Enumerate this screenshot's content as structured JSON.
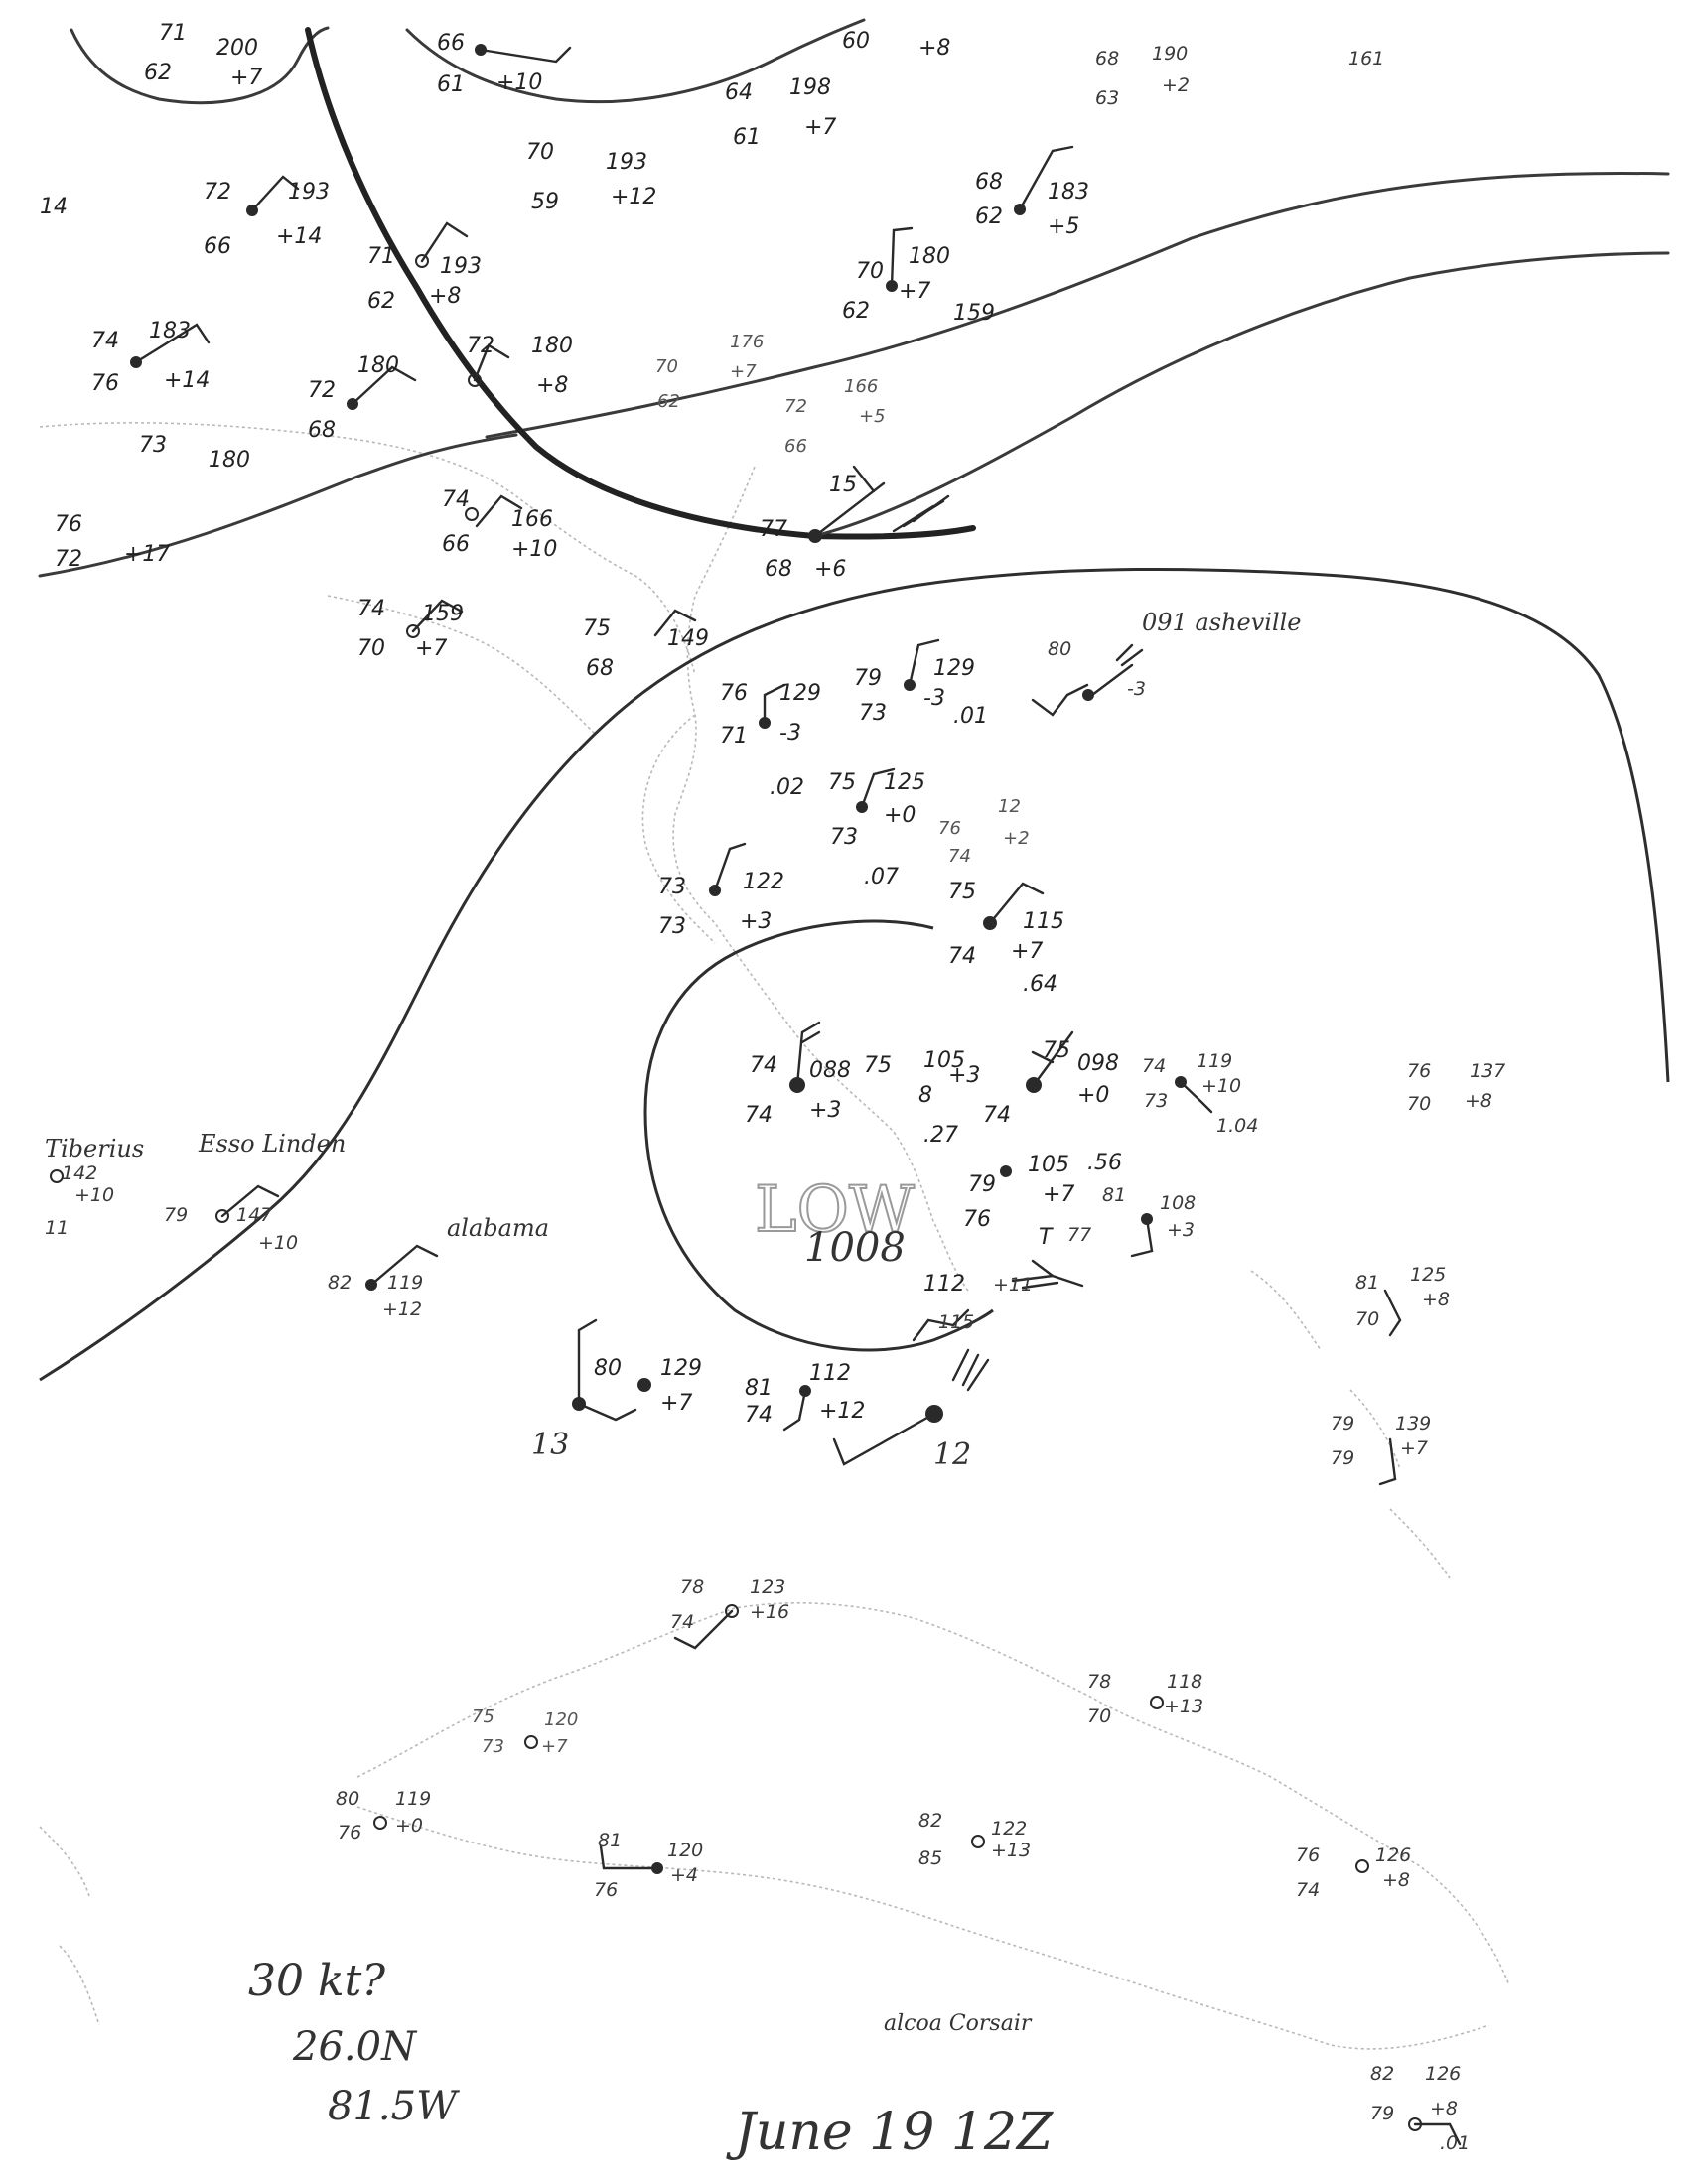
{
  "map": {
    "annotations": {
      "title": "June 19 12Z",
      "estimate_line1": "30 kt?",
      "estimate_line2": "26.0N",
      "estimate_line3": "81.5W",
      "low_label": "LOW",
      "low_pressure": "1008"
    },
    "ship_names": {
      "asheville": "091 asheville",
      "tiberius": "Tiberius",
      "esso_linden": "Esso Linden",
      "alabama": "alabama",
      "alcoa_corsair": "alcoa Corsair"
    },
    "stations": [
      {
        "id": "s01",
        "t": "71",
        "td": "62",
        "p": "200",
        "tend": "+7"
      },
      {
        "id": "s02",
        "t": "66",
        "td": "61",
        "p": "",
        "tend": "+10"
      },
      {
        "id": "s03",
        "t": "64",
        "td": "61",
        "p": "198",
        "tend": "+7"
      },
      {
        "id": "s04",
        "t": "60",
        "td": "",
        "p": "",
        "tend": "+8"
      },
      {
        "id": "s05",
        "t": "68",
        "td": "63",
        "p": "190",
        "tend": "+2"
      },
      {
        "id": "s06",
        "t": "",
        "td": "",
        "p": "161",
        "tend": ""
      },
      {
        "id": "s07",
        "t": "70",
        "td": "59",
        "p": "193",
        "tend": "+12"
      },
      {
        "id": "s08",
        "t": "72",
        "td": "66",
        "p": "193",
        "tend": "+14"
      },
      {
        "id": "s09",
        "t": "71",
        "td": "62",
        "p": "193",
        "tend": "+8"
      },
      {
        "id": "s10",
        "t": "68",
        "td": "62",
        "p": "183",
        "tend": "+5"
      },
      {
        "id": "s11",
        "t": "70",
        "td": "62",
        "p": "180",
        "tend": "+7"
      },
      {
        "id": "s12",
        "t": "",
        "td": "",
        "p": "159",
        "tend": ""
      },
      {
        "id": "s13",
        "t": "74",
        "td": "76",
        "p": "183",
        "tend": "+14"
      },
      {
        "id": "s14",
        "t": "72",
        "td": "68",
        "p": "180",
        "tend": ""
      },
      {
        "id": "s15",
        "t": "72",
        "td": "",
        "p": "180",
        "tend": "+8"
      },
      {
        "id": "s16",
        "t": "70",
        "td": "62",
        "p": "176",
        "tend": "+7"
      },
      {
        "id": "s17",
        "t": "72",
        "td": "66",
        "p": "166",
        "tend": "+5"
      },
      {
        "id": "s18",
        "t": "73",
        "td": "",
        "p": "180",
        "tend": ""
      },
      {
        "id": "s19",
        "t": "76",
        "td": "72",
        "p": "",
        "tend": "+17"
      },
      {
        "id": "s20",
        "t": "74",
        "td": "66",
        "p": "166",
        "tend": "+10"
      },
      {
        "id": "s21",
        "t": "77",
        "td": "68",
        "p": "15",
        "tend": "+6"
      },
      {
        "id": "s22",
        "t": "74",
        "td": "70",
        "p": "159",
        "tend": "+7"
      },
      {
        "id": "s23",
        "t": "75",
        "td": "68",
        "p": "149",
        "tend": ""
      },
      {
        "id": "s24",
        "t": "76",
        "td": "71",
        "p": "129",
        "tend": "-3"
      },
      {
        "id": "s25",
        "t": "79",
        "td": "73",
        "p": "129",
        "tend": "-3",
        "precip": ".01"
      },
      {
        "id": "s26",
        "t": "80",
        "td": "",
        "p": "",
        "tend": "-3"
      },
      {
        "id": "s27",
        "t": "75",
        "td": "73",
        "p": "125",
        "tend": "+0",
        "precip": ".02"
      },
      {
        "id": "s28",
        "t": "76",
        "td": "74",
        "p": "12",
        "tend": "+2"
      },
      {
        "id": "s29",
        "t": "73",
        "td": "73",
        "p": "122",
        "tend": "+3",
        "precip": ".07"
      },
      {
        "id": "s30",
        "t": "75",
        "td": "74",
        "p": "115",
        "tend": "+7",
        "precip": ".64"
      },
      {
        "id": "s31",
        "t": "74",
        "td": "74",
        "p": "088",
        "tend": "+3"
      },
      {
        "id": "s32",
        "t": "75",
        "td": "",
        "p": "105",
        "tend": "+3",
        "precip": ".27"
      },
      {
        "id": "s33",
        "t": "75",
        "td": "74",
        "p": "098",
        "tend": "+0",
        "precip": ".56"
      },
      {
        "id": "s34",
        "t": "74",
        "td": "73",
        "p": "119",
        "tend": "+10",
        "precip": "1.04"
      },
      {
        "id": "s35",
        "t": "76",
        "td": "70",
        "p": "137",
        "tend": "+8"
      },
      {
        "id": "s36",
        "t": "79",
        "td": "76",
        "p": "105",
        "tend": "+7"
      },
      {
        "id": "s37",
        "t": "81",
        "td": "77",
        "p": "108",
        "tend": "+3"
      },
      {
        "id": "s38",
        "t": "",
        "td": "",
        "p": "142",
        "tend": "+10"
      },
      {
        "id": "s39",
        "t": "79",
        "td": "",
        "p": "147",
        "tend": "+10"
      },
      {
        "id": "s40",
        "t": "82",
        "td": "",
        "p": "119",
        "tend": "+12"
      },
      {
        "id": "s41",
        "t": "",
        "td": "",
        "p": "112",
        "tend": "+11"
      },
      {
        "id": "s42",
        "t": "81",
        "td": "70",
        "p": "125",
        "tend": "+8"
      },
      {
        "id": "s43",
        "t": "80",
        "td": "",
        "p": "129",
        "tend": "+7"
      },
      {
        "id": "s44",
        "t": "81",
        "td": "74",
        "p": "112",
        "tend": "+12"
      },
      {
        "id": "s45",
        "t": "",
        "td": "",
        "p": "115",
        "tend": ""
      },
      {
        "id": "s46",
        "t": "79",
        "td": "79",
        "p": "139",
        "tend": "+7"
      },
      {
        "id": "s47",
        "t": "78",
        "td": "74",
        "p": "123",
        "tend": "+16"
      },
      {
        "id": "s48",
        "t": "75",
        "td": "73",
        "p": "120",
        "tend": "+7"
      },
      {
        "id": "s49",
        "t": "78",
        "td": "70",
        "p": "118",
        "tend": "+13"
      },
      {
        "id": "s50",
        "t": "80",
        "td": "76",
        "p": "119",
        "tend": "+0"
      },
      {
        "id": "s51",
        "t": "81",
        "td": "76",
        "p": "120",
        "tend": "+4"
      },
      {
        "id": "s52",
        "t": "82",
        "td": "85",
        "p": "122",
        "tend": "+13"
      },
      {
        "id": "s53",
        "t": "76",
        "td": "74",
        "p": "126",
        "tend": "+8"
      },
      {
        "id": "s54",
        "t": "82",
        "td": "79",
        "p": "126",
        "tend": "+8",
        "precip": ".01"
      }
    ],
    "misc_labels": {
      "m1": "14",
      "m2": "13",
      "m3": "12",
      "m4": "11",
      "m5": "8",
      "m6": "T"
    }
  }
}
